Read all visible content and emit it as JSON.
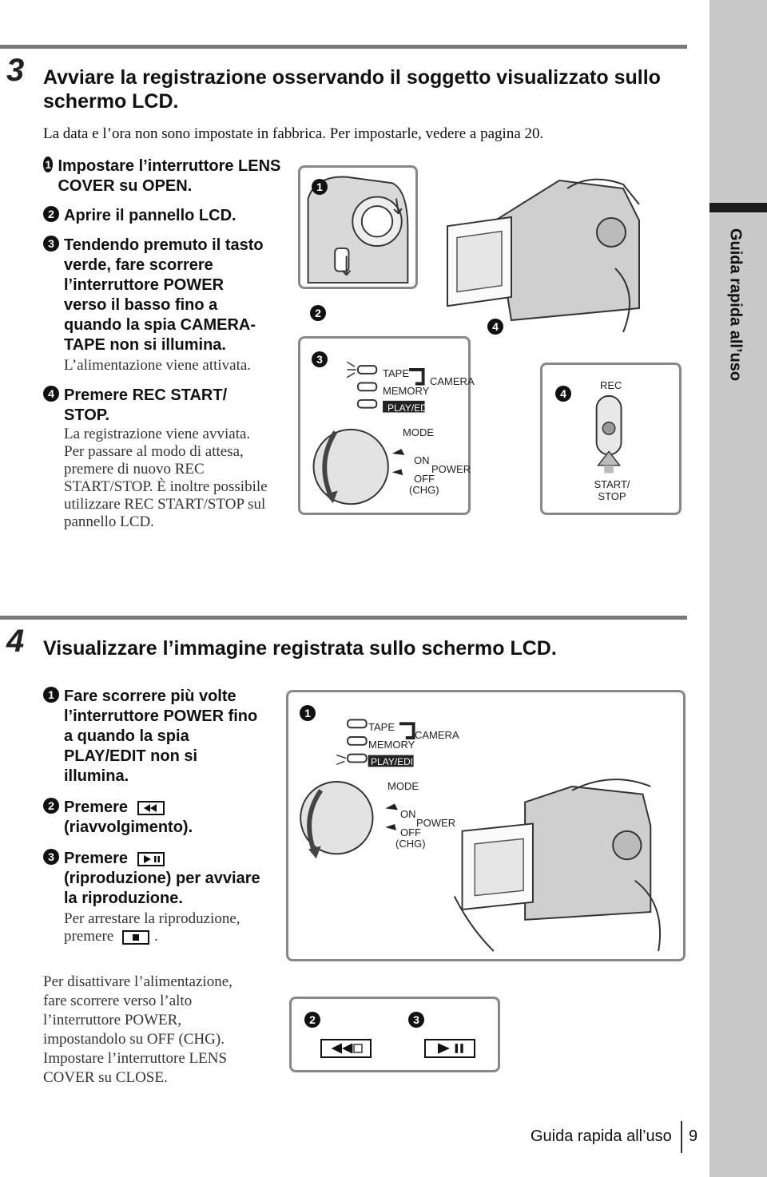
{
  "sidebar": {
    "label": "Guida rapida all’uso"
  },
  "section3": {
    "number": "3",
    "title": "Avviare la registrazione osservando il soggetto visualizzato sullo schermo LCD.",
    "intro": "La data e l’ora non sono impostate in fabbrica. Per impostarle, vedere a pagina 20.",
    "steps": [
      {
        "num": "1",
        "text": "Impostare l’interruttore LENS COVER su OPEN."
      },
      {
        "num": "2",
        "text": "Aprire il pannello LCD."
      },
      {
        "num": "3",
        "text": "Tendendo premuto il tasto verde, fare scorrere l’interruttore POWER verso il basso fino a quando la spia CAMERA-TAPE non si illumina.",
        "note": "L’alimentazione viene attivata."
      },
      {
        "num": "4",
        "text": "Premere REC START/ STOP.",
        "note": "La registrazione viene avviata. Per passare al modo di attesa, premere di nuovo REC START/STOP. È inoltre possibile utilizzare REC START/STOP sul pannello LCD."
      }
    ],
    "figure": {
      "callouts": [
        "1",
        "2",
        "3",
        "4",
        "4"
      ],
      "switch_labels": {
        "tape": "TAPE",
        "memory": "MEMORY",
        "play_edit": "PLAY/EDIT",
        "camera": "CAMERA",
        "mode": "MODE",
        "on": "ON",
        "off": "OFF",
        "chg": "(CHG)",
        "power": "POWER"
      },
      "rec_labels": {
        "rec": "REC",
        "start_stop": "START/ STOP"
      }
    }
  },
  "section4": {
    "number": "4",
    "title": "Visualizzare l’immagine registrata sullo schermo LCD.",
    "steps": [
      {
        "num": "1",
        "text": "Fare scorrere più volte l’interruttore POWER fino a quando la spia PLAY/EDIT non si illumina."
      },
      {
        "num": "2",
        "text_before": "Premere",
        "text_after": "(riavvolgimento)."
      },
      {
        "num": "3",
        "text_before": "Premere",
        "text_after": "(riproduzione) per avviare la riproduzione.",
        "note_before": "Per arrestare la riproduzione, premere",
        "note_after": "."
      }
    ],
    "power_off_note": "Per disattivare l’alimentazione, fare scorrere verso l’alto l’interruttore POWER, impostandolo su OFF (CHG). Impostare l’interruttore LENS COVER su CLOSE.",
    "figure": {
      "callouts": [
        "1",
        "2",
        "3"
      ],
      "switch_labels": {
        "tape": "TAPE",
        "memory": "MEMORY",
        "play_edit": "PLAY/EDIT",
        "camera": "CAMERA",
        "mode": "MODE",
        "on": "ON",
        "off": "OFF",
        "chg": "(CHG)",
        "power": "POWER"
      }
    }
  },
  "footer": {
    "text": "Guida rapida all’uso",
    "page": "9"
  }
}
